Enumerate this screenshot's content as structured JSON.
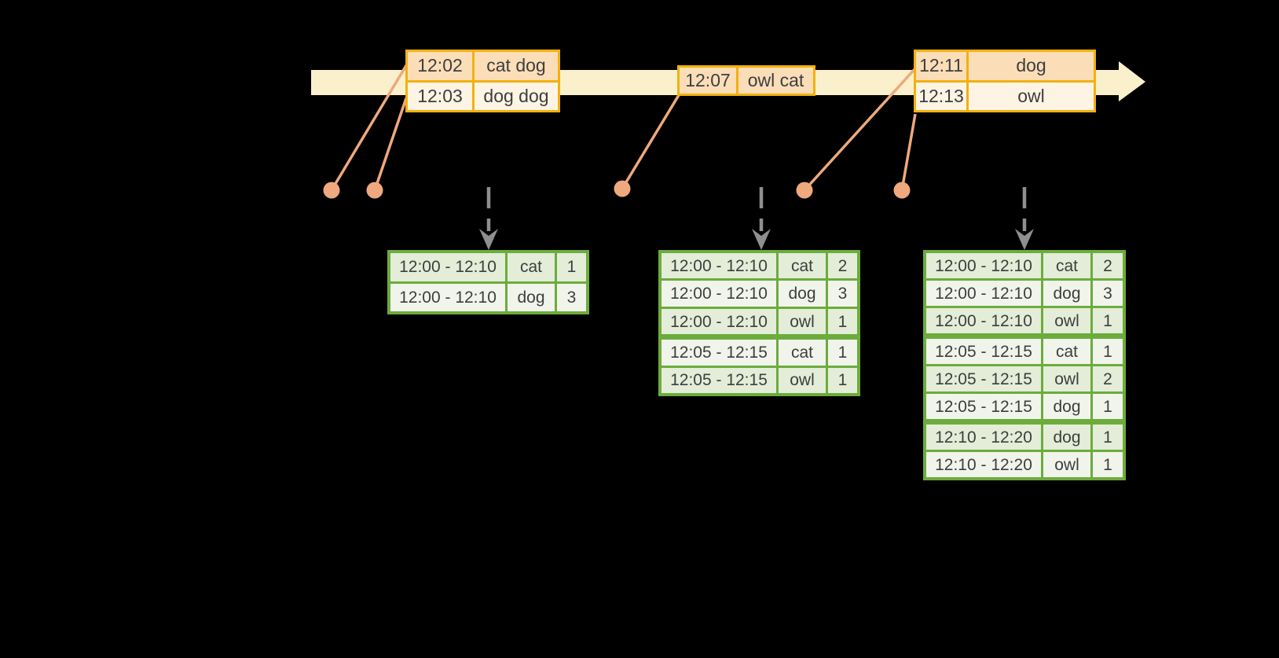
{
  "colors": {
    "background": "#000000",
    "timeline_band": "#FAF0CC",
    "event_border": "#F2B10D",
    "event_row_dark": "#FBDDB8",
    "event_row_light": "#FDF4E4",
    "connector": "#EFA97C",
    "result_border": "#6CAC3C",
    "result_row_dark": "#E3EDD8",
    "result_row_light": "#F0F4EB",
    "trigger_arrow": "#8F8F8F",
    "text": "#3E3E3E"
  },
  "event_tables": [
    {
      "rows": [
        {
          "time": "12:02",
          "words": "cat dog"
        },
        {
          "time": "12:03",
          "words": "dog dog"
        }
      ]
    },
    {
      "rows": [
        {
          "time": "12:07",
          "words": "owl cat"
        }
      ]
    },
    {
      "rows": [
        {
          "time": "12:11",
          "words": "dog"
        },
        {
          "time": "12:13",
          "words": "owl"
        }
      ]
    }
  ],
  "result_tables": [
    {
      "rows": [
        {
          "window": "12:00 - 12:10",
          "word": "cat",
          "count": "1"
        },
        {
          "window": "12:00 - 12:10",
          "word": "dog",
          "count": "3"
        }
      ]
    },
    {
      "rows": [
        {
          "window": "12:00 - 12:10",
          "word": "cat",
          "count": "2"
        },
        {
          "window": "12:00 - 12:10",
          "word": "dog",
          "count": "3"
        },
        {
          "window": "12:00 - 12:10",
          "word": "owl",
          "count": "1"
        },
        {
          "window": "12:05 - 12:15",
          "word": "cat",
          "count": "1"
        },
        {
          "window": "12:05 - 12:15",
          "word": "owl",
          "count": "1"
        }
      ]
    },
    {
      "rows": [
        {
          "window": "12:00 - 12:10",
          "word": "cat",
          "count": "2"
        },
        {
          "window": "12:00 - 12:10",
          "word": "dog",
          "count": "3"
        },
        {
          "window": "12:00 - 12:10",
          "word": "owl",
          "count": "1"
        },
        {
          "window": "12:05 - 12:15",
          "word": "cat",
          "count": "1"
        },
        {
          "window": "12:05 - 12:15",
          "word": "owl",
          "count": "2"
        },
        {
          "window": "12:05 - 12:15",
          "word": "dog",
          "count": "1"
        },
        {
          "window": "12:10 - 12:20",
          "word": "dog",
          "count": "1"
        },
        {
          "window": "12:10 - 12:20",
          "word": "owl",
          "count": "1"
        }
      ]
    }
  ]
}
